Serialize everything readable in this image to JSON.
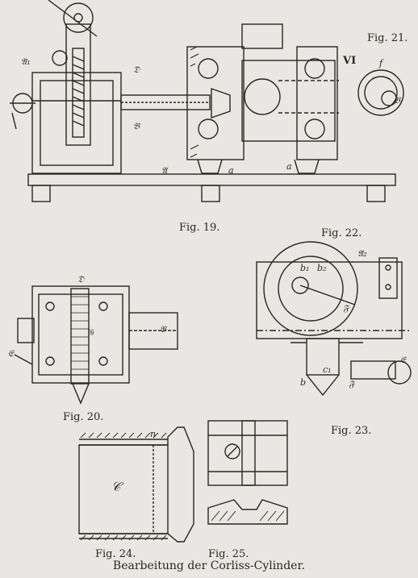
{
  "figures": {
    "fig19": "Fig. 19.",
    "fig20": "Fig. 20.",
    "fig21": "Fig. 21.",
    "fig22": "Fig. 22.",
    "fig23": "Fig. 23.",
    "fig24": "Fig. 24.",
    "fig25": "Fig. 25."
  },
  "letters": {
    "a_script": "𝔄",
    "a_script_1": "𝔄₁",
    "a_script_2": "𝔄₂",
    "b_script": "𝔅",
    "c_script": "𝔊",
    "d_script": "𝔇",
    "e_script": "𝔈",
    "f_script": "𝔉",
    "a_lower": "a",
    "b_lower": "b",
    "b1": "b₁",
    "b2": "b₂",
    "c1": "c₁",
    "n": "n",
    "f": "f",
    "c_big": "𝒞",
    "roman_vi": "VI"
  },
  "caption": "Bearbeitung der Corliss-Cylinder."
}
